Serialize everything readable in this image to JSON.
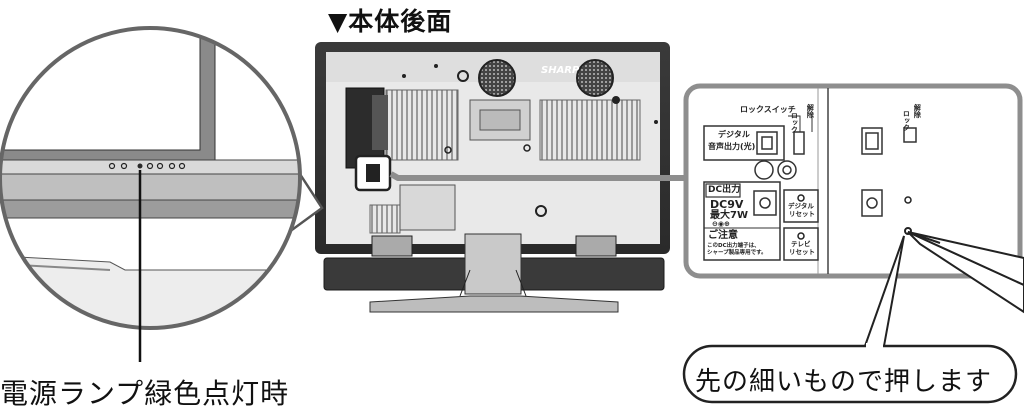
{
  "title": "▼本体後面",
  "brand": "SHARP",
  "caption_lamp": "電源ランプ緑色点灯時",
  "callout_press": "先の細いもので押します",
  "panel": {
    "lock_switch": "ロックスイッチ",
    "lock": "ロック",
    "release": "解除",
    "digital_audio_line1": "デジタル",
    "digital_audio_line2": "音声出力(光)",
    "dc_output": "DC出力",
    "dc_spec1": "DC9V",
    "dc_spec2": "最大7W",
    "dc_polarity": "⊖◉⊕",
    "caution_title": "ご注意",
    "caution_line1": "このDC出力端子は、",
    "caution_line2": "シャープ製品専用です。",
    "digital_reset_line1": "デジタル",
    "digital_reset_line2": "リセット",
    "tv_reset_line1": "テレビ",
    "tv_reset_line2": "リセット"
  }
}
